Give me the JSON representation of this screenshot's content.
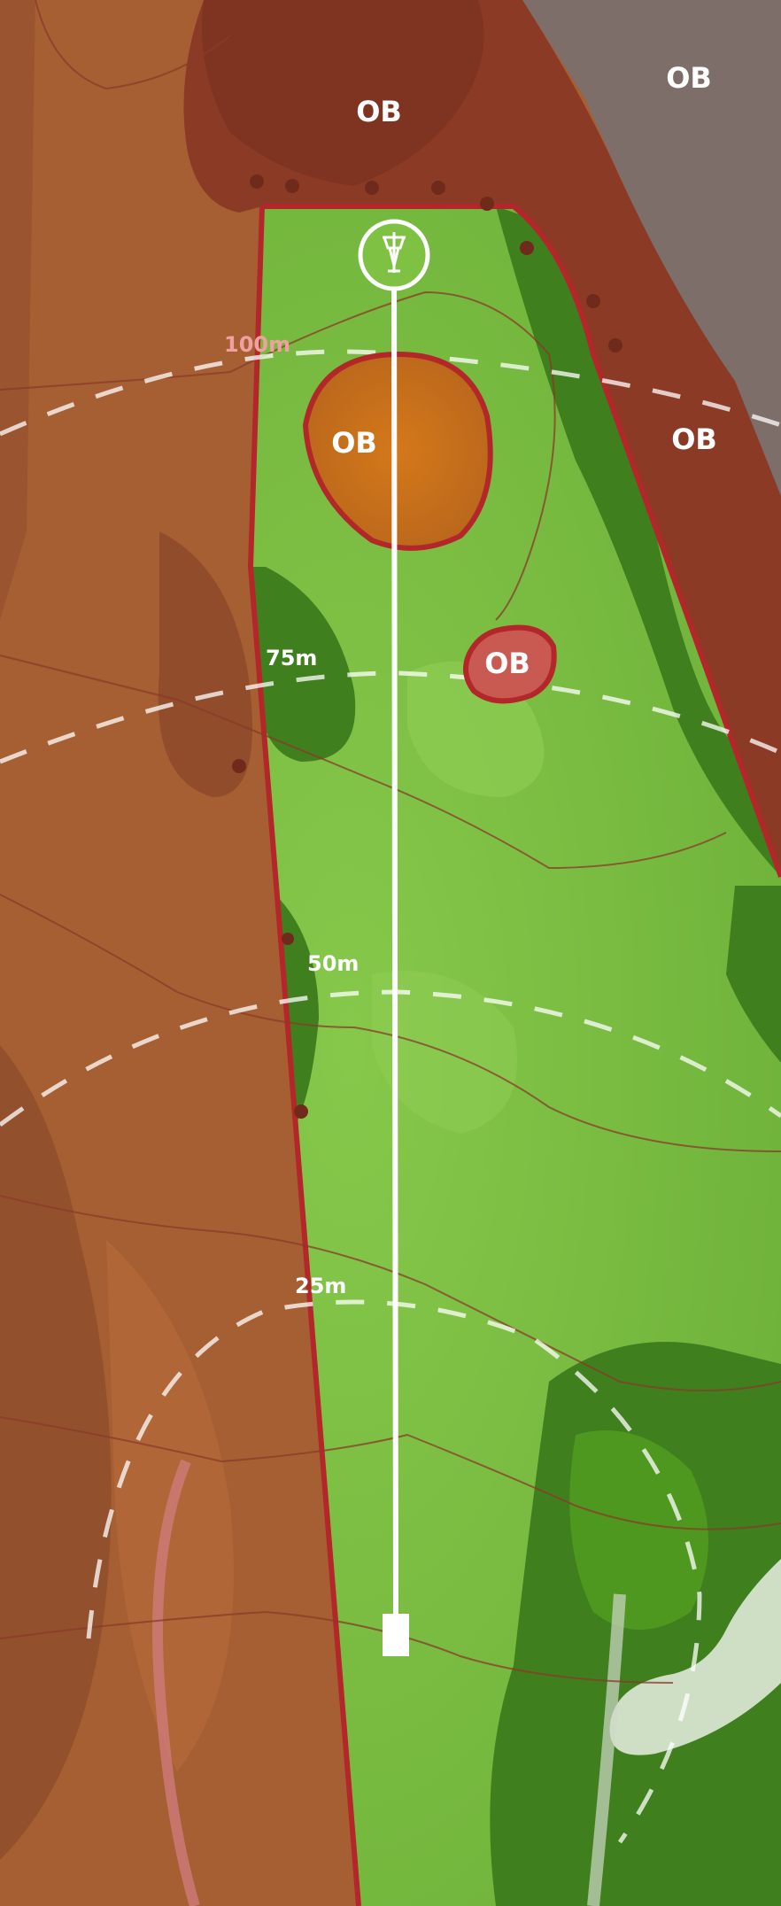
{
  "hole_map": {
    "ob_labels": {
      "top": "OB",
      "top_right": "OB",
      "right": "OB",
      "pond": "OB",
      "small_hazard": "OB"
    },
    "distance_labels": {
      "d100": "100m",
      "d75": "75m",
      "d50": "50m",
      "d25": "25m"
    },
    "basket_icon": "disc-golf-basket-icon",
    "tee_icon": "tee-pad-icon",
    "colors": {
      "fairway": "#7fc243",
      "rough": "#3f7f1e",
      "out_of_bounds": "#8b3b25",
      "ob_border": "#b3262a",
      "pond": "#c9701a",
      "terrain": "#a85e30",
      "grey_area": "#7d6e6a"
    }
  }
}
